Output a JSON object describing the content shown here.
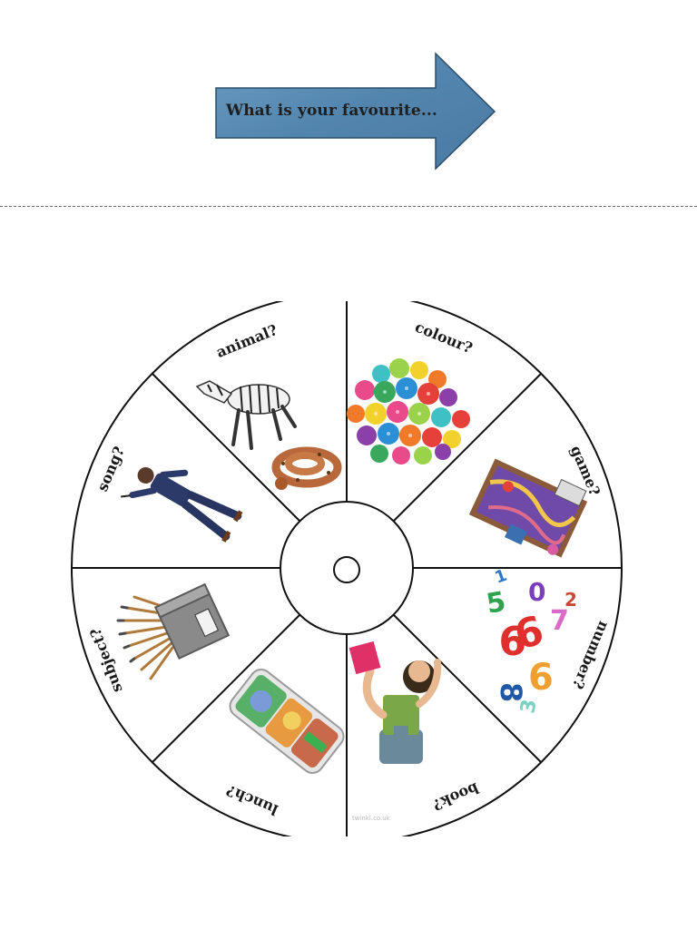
{
  "header": {
    "arrow_text": "What is your favourite...",
    "arrow_color": "#5a8db5"
  },
  "wheel": {
    "segments": [
      {
        "label": "colour?",
        "icon": "colourful-buttons-icon"
      },
      {
        "label": "game?",
        "icon": "board-game-icon"
      },
      {
        "label": "number?",
        "icon": "colourful-numbers-icon"
      },
      {
        "label": "book?",
        "icon": "child-reading-book-icon"
      },
      {
        "label": "lunch?",
        "icon": "lunchbox-icon"
      },
      {
        "label": "subject?",
        "icon": "paintbrushes-icon"
      },
      {
        "label": "song?",
        "icon": "singer-icon"
      },
      {
        "label": "animal?",
        "icon": "zebra-and-snake-icon"
      }
    ],
    "numbers": [
      "1",
      "0",
      "5",
      "2",
      "7",
      "6",
      "9",
      "8",
      "6",
      "3"
    ]
  },
  "footer": {
    "credit": "twinkl.co.uk"
  }
}
